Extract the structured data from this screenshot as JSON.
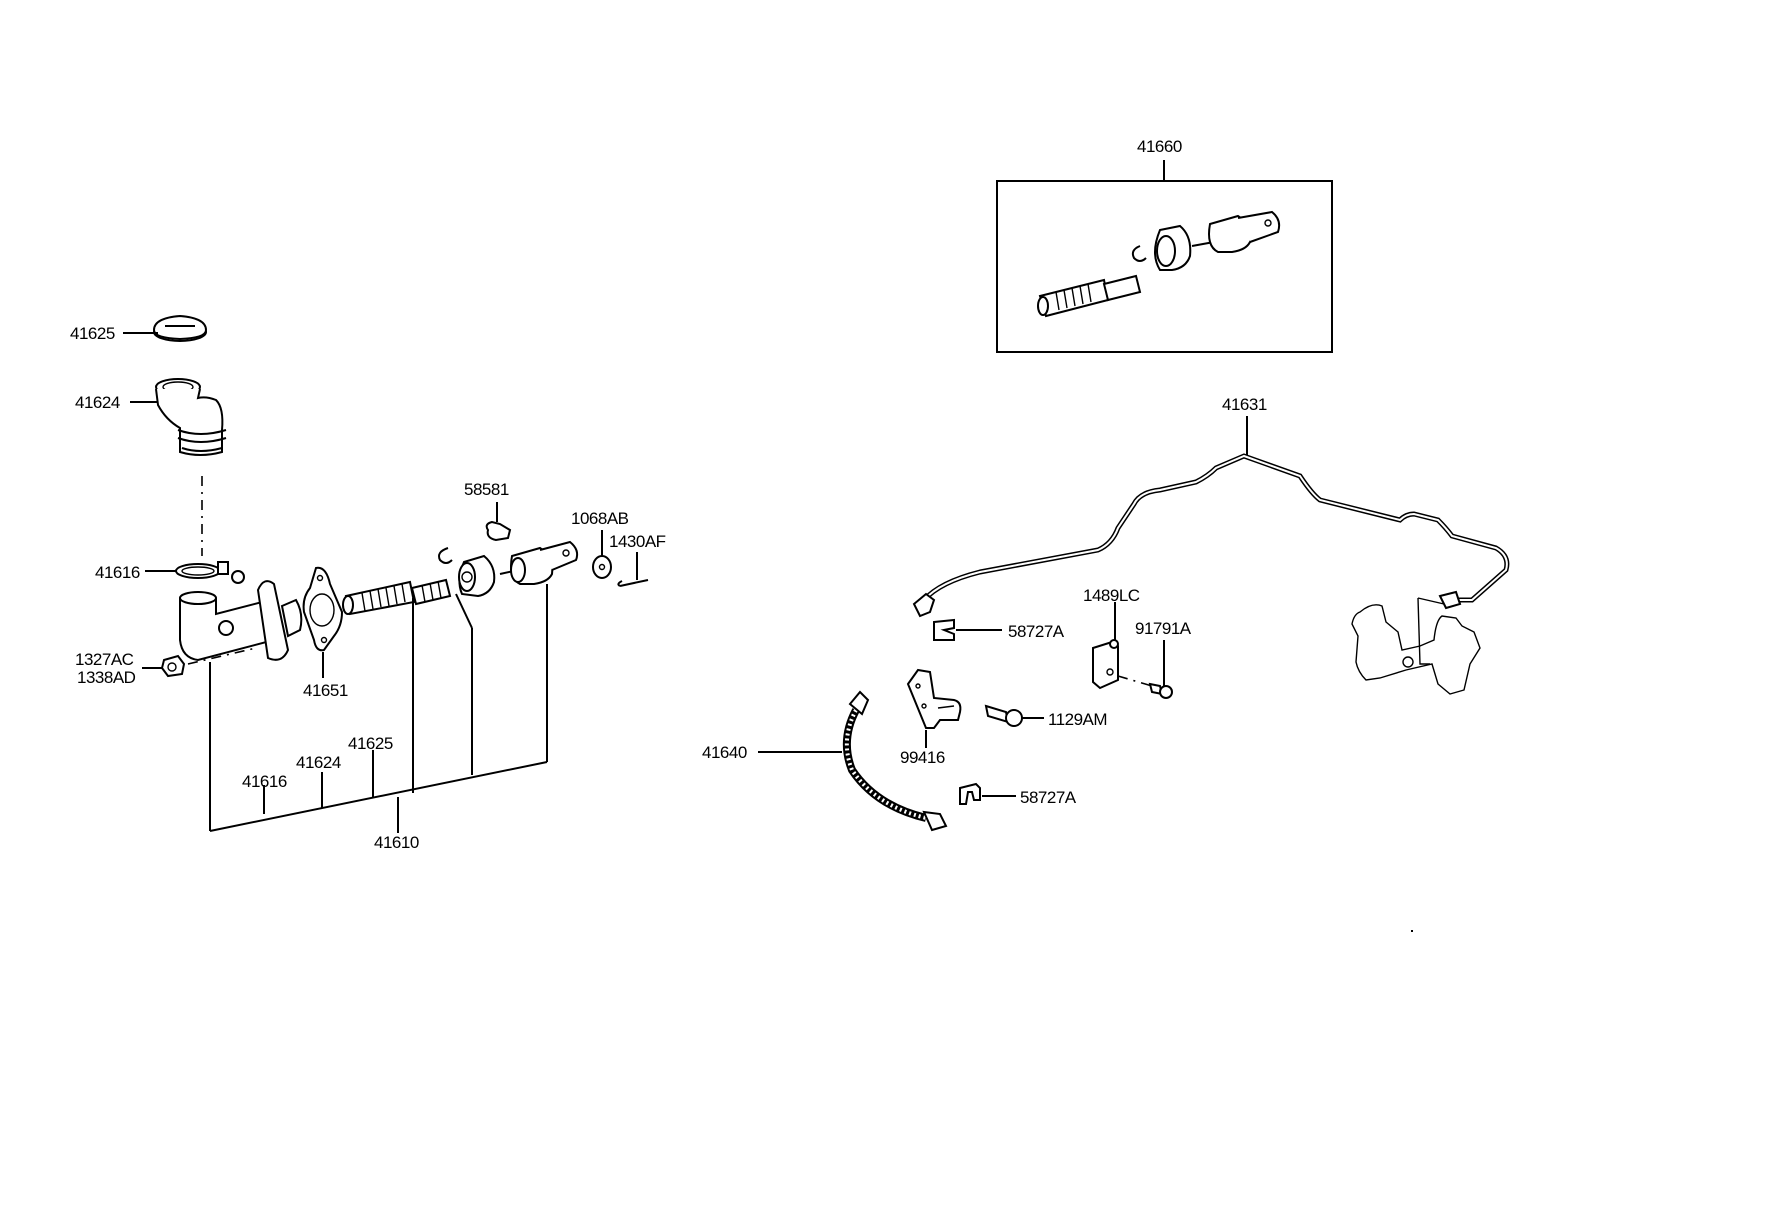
{
  "diagram": {
    "title_kit": "41660",
    "labels": {
      "reservoir_cap": "41625",
      "reservoir": "41624",
      "clamp": "41616",
      "nut_a": "1327AC",
      "nut_b": "1338AD",
      "gasket": "41651",
      "bolt_top": "58581",
      "washer": "1068AB",
      "pin": "1430AF",
      "sub_41616": "41616",
      "sub_41624": "41624",
      "sub_41625": "41625",
      "master_cylinder": "41610",
      "tube": "41631",
      "clip_upper": "58727A",
      "bracket_clip": "1489LC",
      "screw_bracket": "91791A",
      "hose": "41640",
      "bracket": "99416",
      "bolt_1129": "1129AM",
      "clip_lower": "58727A"
    }
  }
}
